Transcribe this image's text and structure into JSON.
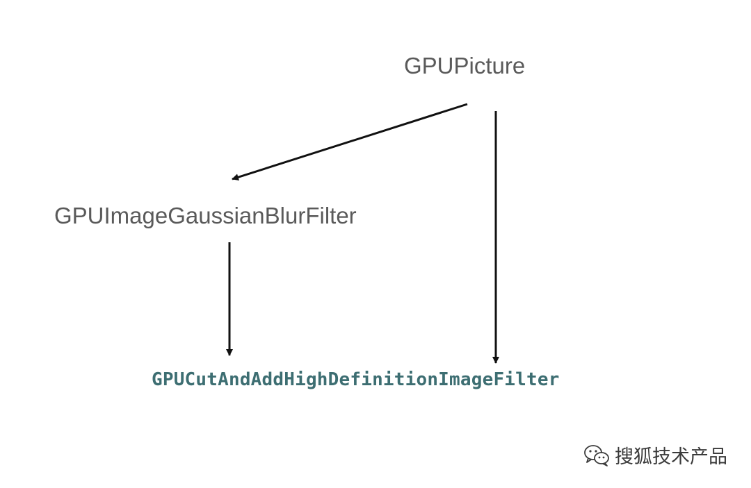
{
  "diagram": {
    "nodes": {
      "gpupicture": "GPUPicture",
      "blur_filter": "GPUImageGaussianBlurFilter",
      "output_filter": "GPUCutAndAddHighDefinitionImageFilter"
    },
    "edges": [
      {
        "from": "GPUPicture",
        "to": "GPUImageGaussianBlurFilter"
      },
      {
        "from": "GPUPicture",
        "to": "GPUCutAndAddHighDefinitionImageFilter"
      },
      {
        "from": "GPUImageGaussianBlurFilter",
        "to": "GPUCutAndAddHighDefinitionImageFilter"
      }
    ],
    "colors": {
      "node_text": "#5a5a5a",
      "output_text": "#3d6e72",
      "arrow": "#111111"
    }
  },
  "watermark": {
    "icon": "wechat-icon",
    "text": "搜狐技术产品"
  }
}
